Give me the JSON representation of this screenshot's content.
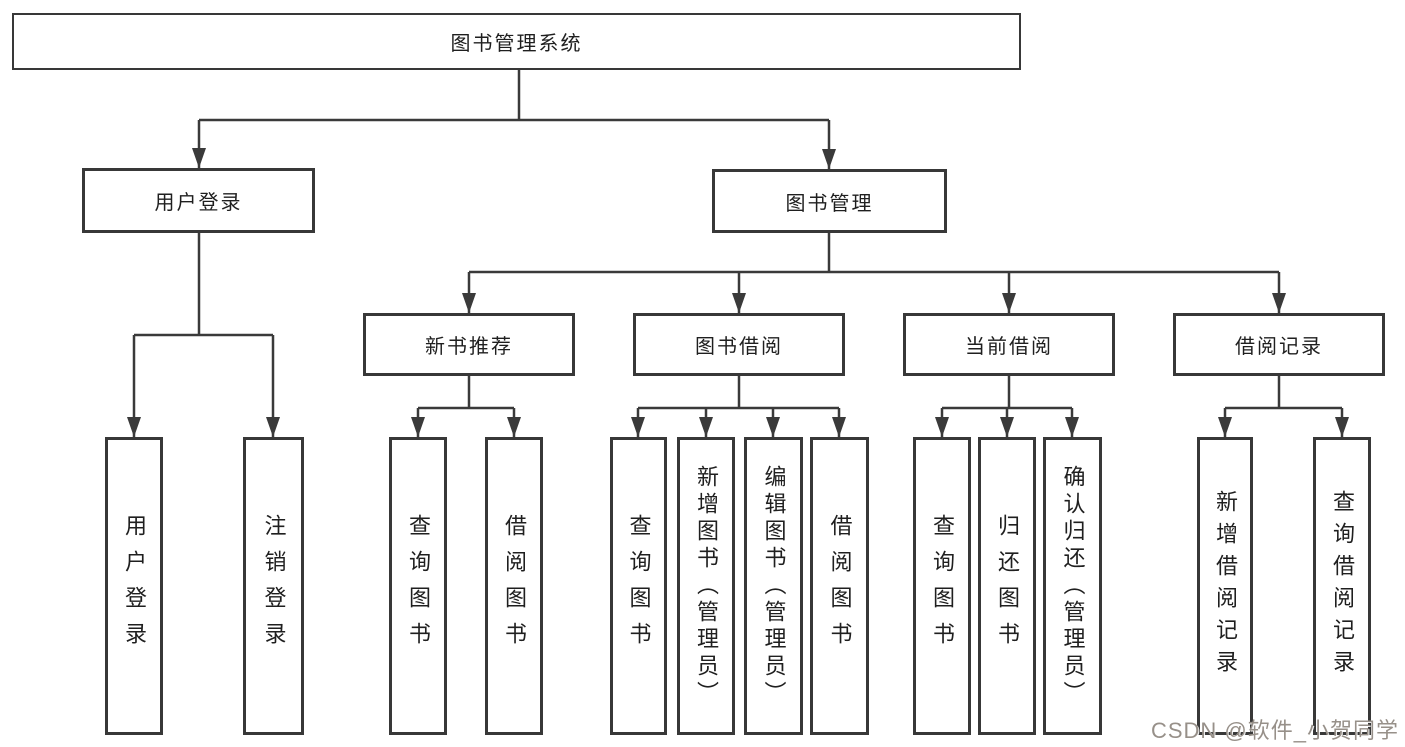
{
  "diagram_title": "图书管理系统",
  "colors": {
    "line": "#3a3a3a",
    "box_border": "#383838",
    "box_background": "#ffffff",
    "text": "#1f1f1f",
    "watermark_text": "#979089"
  },
  "nodes": {
    "root": "图书管理系统",
    "userLogin": "用户登录",
    "bookMgmt": "图书管理",
    "newBookRec": "新书推荐",
    "bookBorrow": "图书借阅",
    "currentBorrow": "当前借阅",
    "borrowRecords": "借阅记录"
  },
  "leaves": [
    "用户登录",
    "注销登录",
    "查询图书",
    "借阅图书",
    "查询图书",
    "新增图书（管理员）",
    "编辑图书（管理员）",
    "借阅图书",
    "查询图书",
    "归还图书",
    "确认归还（管理员）",
    "新增借阅记录",
    "查询借阅记录"
  ],
  "hierarchy": {
    "图书管理系统": {
      "用户登录": [
        "用户登录",
        "注销登录"
      ],
      "图书管理": {
        "新书推荐": [
          "查询图书",
          "借阅图书"
        ],
        "图书借阅": [
          "查询图书",
          "新增图书（管理员）",
          "编辑图书（管理员）",
          "借阅图书"
        ],
        "当前借阅": [
          "查询图书",
          "归还图书",
          "确认归还（管理员）"
        ],
        "借阅记录": [
          "新增借阅记录",
          "查询借阅记录"
        ]
      }
    }
  },
  "watermark": "CSDN @软件_小贺同学"
}
